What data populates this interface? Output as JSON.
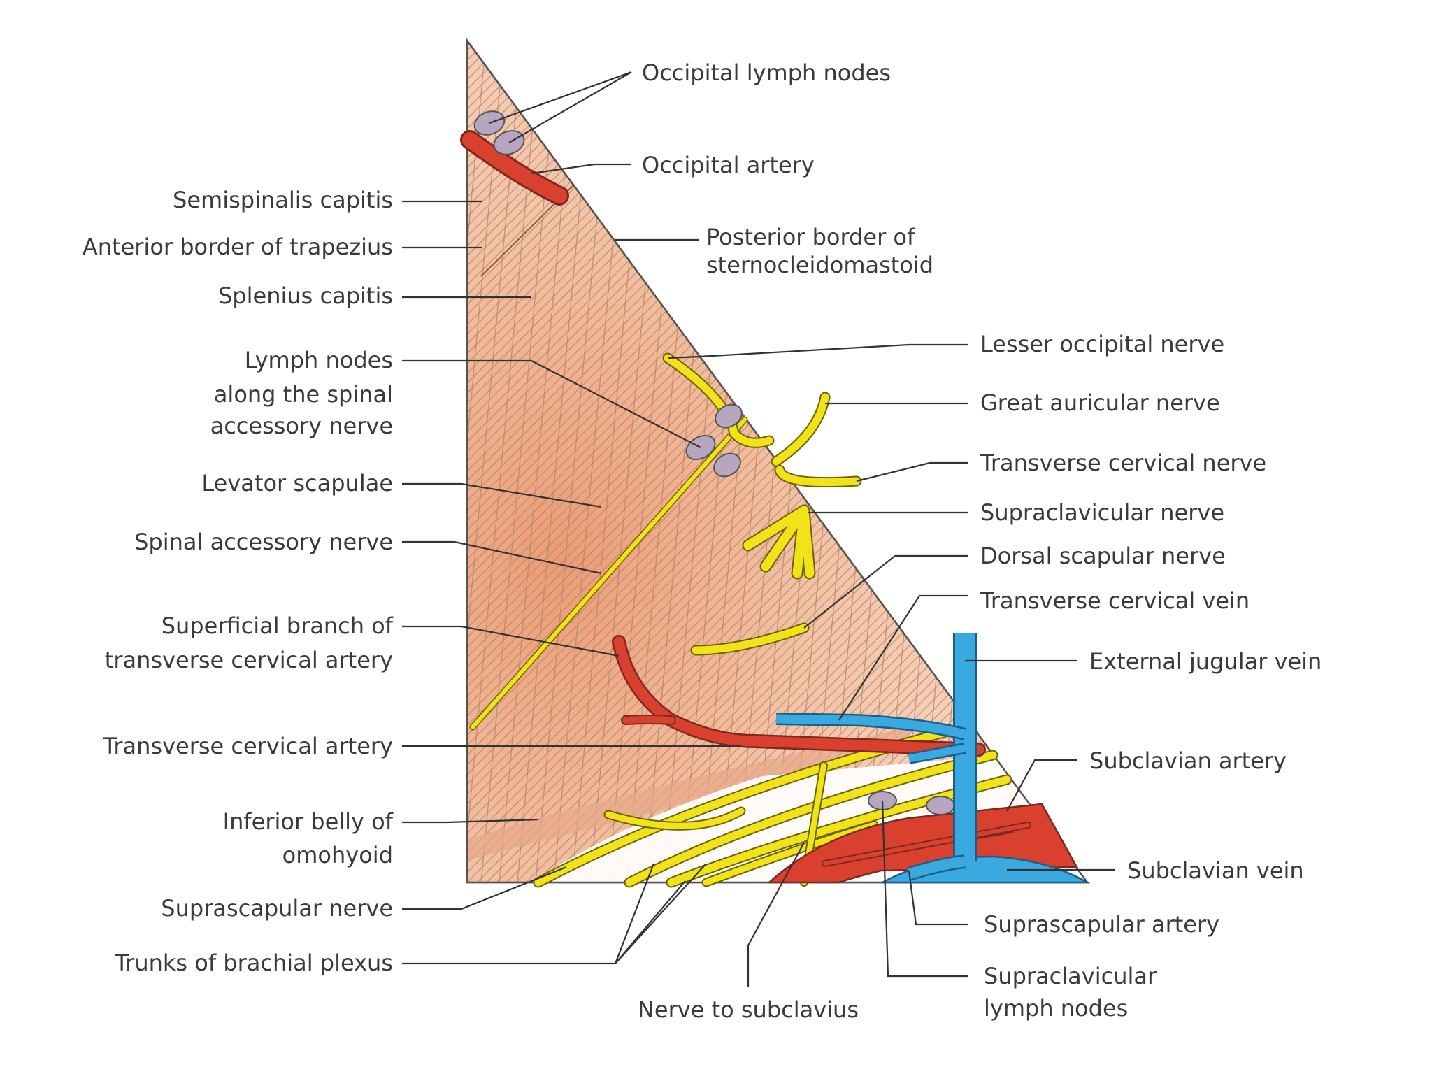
{
  "labels": {
    "occipital_lymph_nodes": "Occipital lymph nodes",
    "occipital_artery": "Occipital artery",
    "semispinalis_capitis": "Semispinalis capitis",
    "anterior_border_trapezius": "Anterior border of trapezius",
    "posterior_border_scm_1": "Posterior border of",
    "posterior_border_scm_2": "sternocleidomastoid",
    "splenius_capitis": "Splenius capitis",
    "lesser_occipital_nerve": "Lesser occipital nerve",
    "lymph_nodes_1": "Lymph nodes",
    "lymph_nodes_2": "along the spinal",
    "lymph_nodes_3": "accessory nerve",
    "great_auricular_nerve": "Great auricular nerve",
    "transverse_cervical_nerve": "Transverse cervical nerve",
    "levator_scapulae": "Levator scapulae",
    "supraclavicular_nerve": "Supraclavicular nerve",
    "spinal_accessory_nerve": "Spinal accessory nerve",
    "dorsal_scapular_nerve": "Dorsal scapular nerve",
    "transverse_cervical_vein": "Transverse cervical vein",
    "superficial_branch_1": "Superficial branch of",
    "superficial_branch_2": "transverse cervical artery",
    "external_jugular_vein": "External jugular vein",
    "transverse_cervical_artery": "Transverse cervical artery",
    "subclavian_artery": "Subclavian artery",
    "inferior_belly_1": "Inferior belly of",
    "inferior_belly_2": "omohyoid",
    "subclavian_vein": "Subclavian vein",
    "suprascapular_nerve": "Suprascapular nerve",
    "suprascapular_artery": "Suprascapular artery",
    "trunks_brachial_plexus": "Trunks of brachial plexus",
    "supraclavicular_lymph_nodes_1": "Supraclavicular",
    "supraclavicular_lymph_nodes_2": "lymph nodes",
    "nerve_to_subclavius": "Nerve to subclavius"
  },
  "colors": {
    "muscle_light": "#f6d3bd",
    "muscle_dark": "#e59a73",
    "nerve": "#f2e21a",
    "artery": "#d9402e",
    "vein": "#3aa9e0",
    "lymph_node": "#b7a6bf"
  }
}
